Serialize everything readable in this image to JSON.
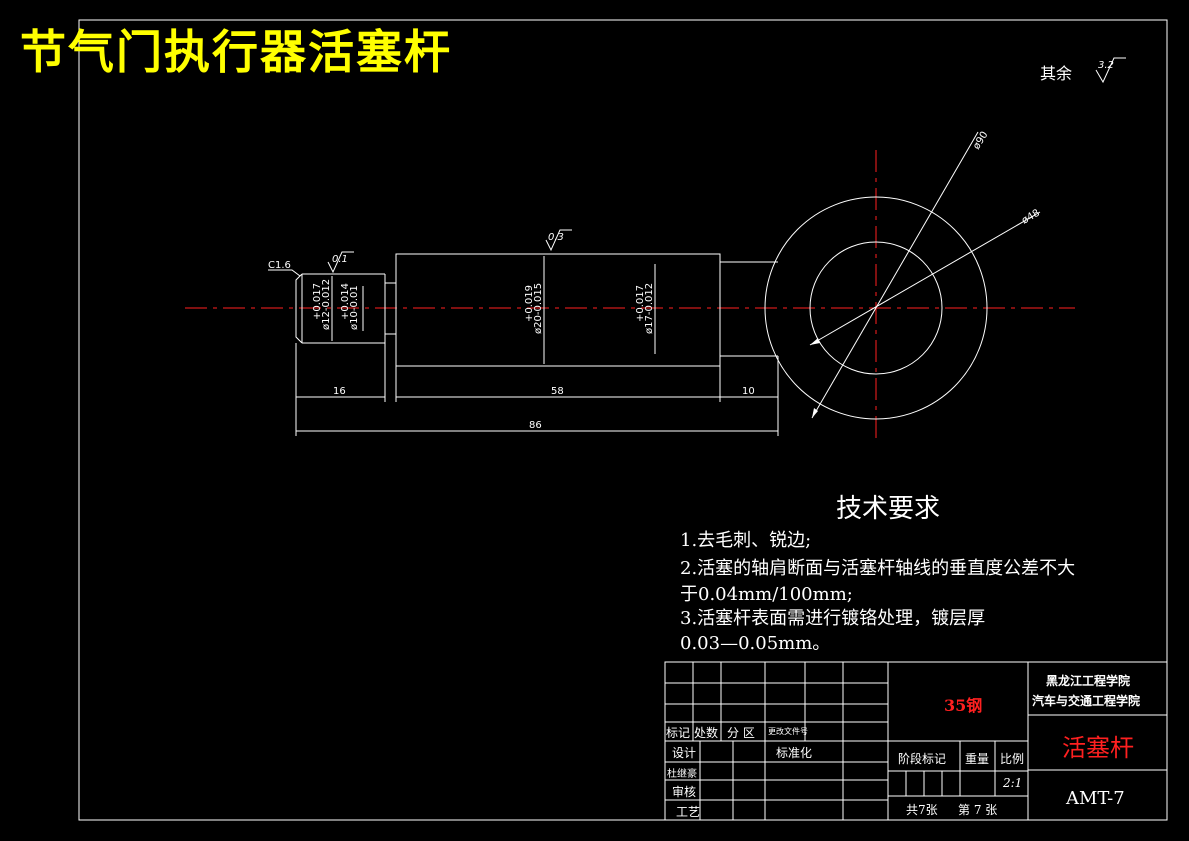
{
  "title": "节气门执行器活塞杆",
  "roughness_note": {
    "label": "其余",
    "value": "3.2"
  },
  "dimensions": {
    "chamfer": "C1.6",
    "roughness_left": "0.1",
    "roughness_mid": "0.3",
    "d_outer_circle": "ø90",
    "d_inner_circle": "ø48",
    "d12_tol": "+0.017",
    "d12_label": "ø12-0.012",
    "d10_tol": "+0.014",
    "d10_label": "ø10-0.01",
    "d20_tol": "+0.019",
    "d20_label": "ø20-0.015",
    "d17_tol": "+0.017",
    "d17_label": "ø17-0.012",
    "len_16": "16",
    "len_58": "58",
    "len_10": "10",
    "len_86": "86"
  },
  "requirements": {
    "title": "技术要求",
    "lines": [
      "1.去毛刺、锐边;",
      "2.活塞的轴肩断面与活塞杆轴线的垂直度公差不大",
      "于0.04mm/100mm;",
      "3.活塞杆表面需进行镀铬处理，镀层厚",
      "0.03—0.05mm。"
    ]
  },
  "title_block": {
    "material": "35钢",
    "school_1": "黑龙江工程学院",
    "school_2": "汽车与交通工程学院",
    "part_name": "活塞杆",
    "drawing_no": "AMT-7",
    "row_mark": "标记",
    "row_count": "处数",
    "row_zone": "分  区",
    "row_change": "更改文件号",
    "design": "设计",
    "standardize": "标准化",
    "drafter": "杜继豪",
    "review": "审核",
    "process": "工艺",
    "stage_mark": "阶段标记",
    "weight": "重量",
    "scale_label": "比例",
    "scale": "2:1",
    "sheets": "共7张",
    "sheet_no": "第 7 张"
  },
  "colors": {
    "background": "#000000",
    "lines": "#ffffff",
    "centerline": "#ff2020",
    "title": "#ffff00"
  }
}
